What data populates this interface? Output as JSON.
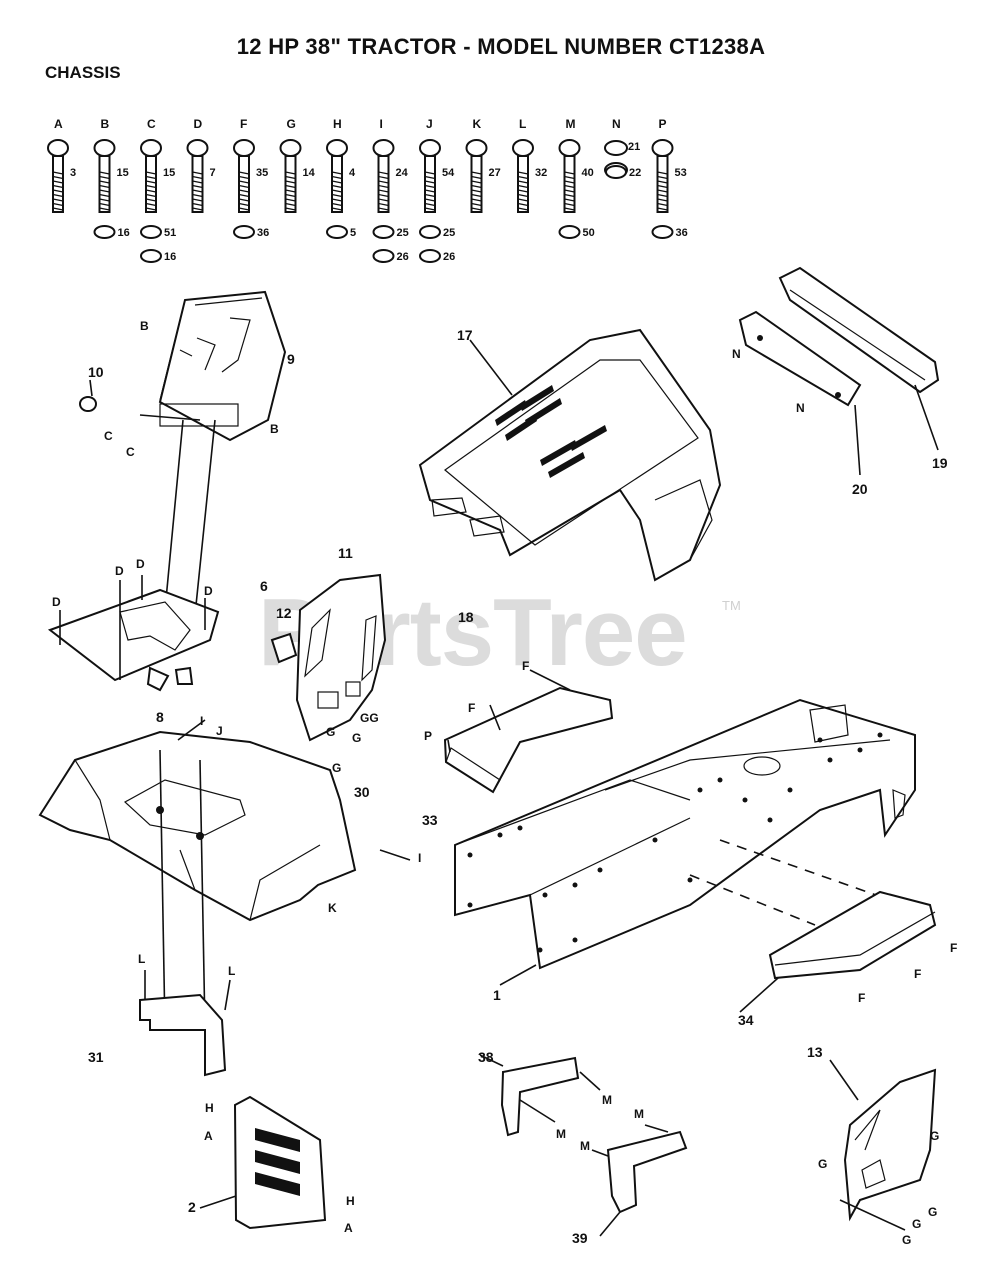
{
  "title": "12 HP 38\" TRACTOR - MODEL NUMBER CT1238A",
  "section": "CHASSIS",
  "watermark": "PartsTree",
  "watermark_mark": "TM",
  "hardware": [
    {
      "letter": "A",
      "qty": "3",
      "extras": []
    },
    {
      "letter": "B",
      "qty": "15",
      "extras": [
        "16"
      ]
    },
    {
      "letter": "C",
      "qty": "15",
      "extras": [
        "51",
        "16"
      ]
    },
    {
      "letter": "D",
      "qty": "7",
      "extras": []
    },
    {
      "letter": "F",
      "qty": "35",
      "extras": [
        "36"
      ]
    },
    {
      "letter": "G",
      "qty": "14",
      "extras": []
    },
    {
      "letter": "H",
      "qty": "4",
      "extras": [
        "5"
      ]
    },
    {
      "letter": "I",
      "qty": "24",
      "extras": [
        "25",
        "26"
      ]
    },
    {
      "letter": "J",
      "qty": "54",
      "extras": [
        "25",
        "26"
      ]
    },
    {
      "letter": "K",
      "qty": "27",
      "extras": []
    },
    {
      "letter": "L",
      "qty": "32",
      "extras": []
    },
    {
      "letter": "M",
      "qty": "40",
      "extras": [
        "50"
      ]
    },
    {
      "letter": "N",
      "qty": "21",
      "extras": [
        "22"
      ]
    },
    {
      "letter": "P",
      "qty": "53",
      "extras": [
        "36"
      ]
    }
  ],
  "callouts": {
    "p1": "1",
    "p2": "2",
    "p6": "6",
    "p8": "8",
    "p9": "9",
    "p10": "10",
    "p11": "11",
    "p12": "12",
    "p13": "13",
    "p17": "17",
    "p18": "18",
    "p19": "19",
    "p20": "20",
    "p30": "30",
    "p31": "31",
    "p33": "33",
    "p34": "34",
    "p38": "38",
    "p39": "39"
  },
  "letters": {
    "A": "A",
    "B": "B",
    "C": "C",
    "D": "D",
    "F": "F",
    "G": "G",
    "GG": "GG",
    "H": "H",
    "I": "I",
    "J": "J",
    "K": "K",
    "L": "L",
    "M": "M",
    "N": "N",
    "P": "P"
  }
}
